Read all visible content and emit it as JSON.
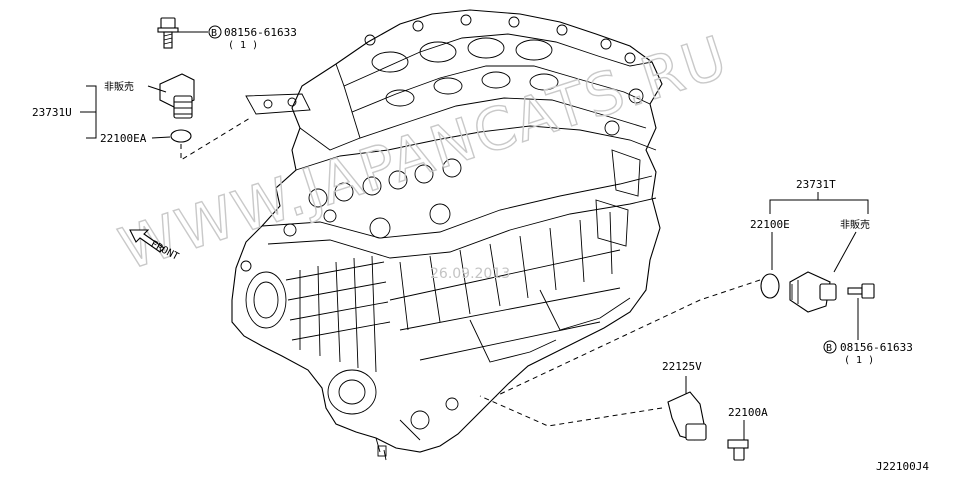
{
  "watermark": {
    "text": "WWW.JAPANCATS.RU",
    "date": "26.09.2013"
  },
  "front_indicator": {
    "text": "FRONT"
  },
  "labels": {
    "assembly_u": "23731U",
    "not_sold_u": "非販売",
    "oring_ea": "22100EA",
    "bolt_top_circle": "B",
    "bolt_top_number": "08156-61633",
    "bolt_top_qty": "( 1 )",
    "assembly_t": "23731T",
    "oring_e": "22100E",
    "not_sold_t": "非販売",
    "bolt_right_circle": "B",
    "bolt_right_number": "08156-61633",
    "bolt_right_qty": "( 1 )",
    "sensor_v": "22125V",
    "bolt_a": "22100A"
  },
  "diagram_id": "J22100J4"
}
